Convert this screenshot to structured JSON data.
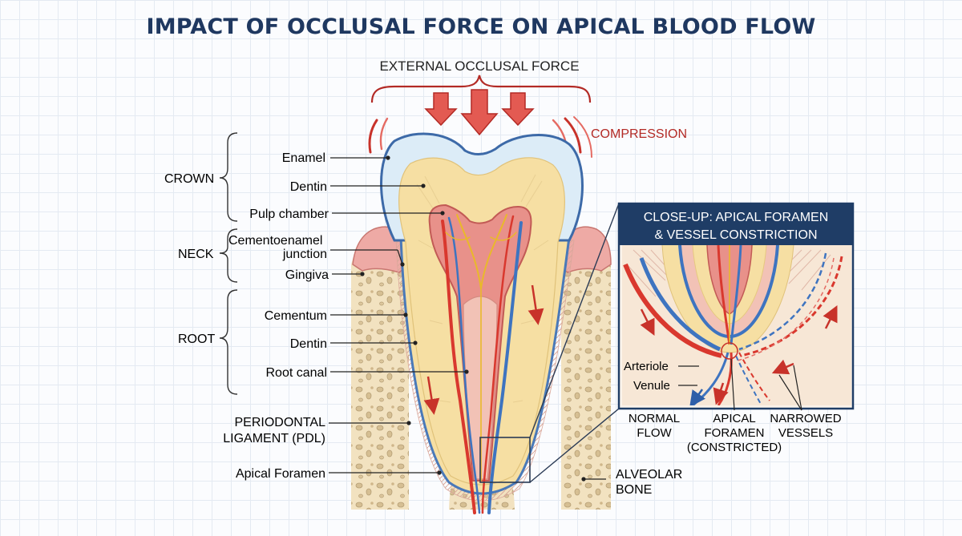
{
  "title": "IMPACT OF OCCLUSAL FORCE ON APICAL BLOOD FLOW",
  "force": {
    "label": "EXTERNAL OCCLUSAL FORCE",
    "compression": "COMPRESSION"
  },
  "regions": {
    "crown": "CROWN",
    "neck": "NECK",
    "root": "ROOT"
  },
  "labels": {
    "enamel": "Enamel",
    "dentin_crown": "Dentin",
    "pulp_chamber": "Pulp chamber",
    "cej_line1": "Cementoenamel",
    "cej_line2": "junction",
    "gingiva": "Gingiva",
    "cementum": "Cementum",
    "dentin_root": "Dentin",
    "root_canal": "Root canal",
    "pdl_line1": "PERIODONTAL",
    "pdl_line2": "LIGAMENT (PDL)",
    "apical_foramen": "Apical Foramen",
    "bone_line1": "ALVEOLAR",
    "bone_line2": "BONE"
  },
  "closeup": {
    "title_line1": "CLOSE-UP: APICAL FORAMEN",
    "title_line2": "& VESSEL CONSTRICTION",
    "arteriole": "Arteriole",
    "venule": "Venule",
    "normal_line1": "NORMAL",
    "normal_line2": "FLOW",
    "apical_line1": "APICAL",
    "apical_line2": "FORAMEN",
    "apical_line3": "(CONSTRICTED)",
    "narrowed_line1": "NARROWED",
    "narrowed_line2": "VESSELS"
  },
  "colors": {
    "title": "#1f3860",
    "enamel": "#dcecf7",
    "dentin": "#f6dfa3",
    "pulp": "#e8918a",
    "gingiva": "#eeaaa5",
    "bone": "#f2e2c0",
    "artery": "#d9382e",
    "vein": "#3e74c0",
    "nerve": "#e9b92a",
    "panel_header": "#1f3d66"
  }
}
